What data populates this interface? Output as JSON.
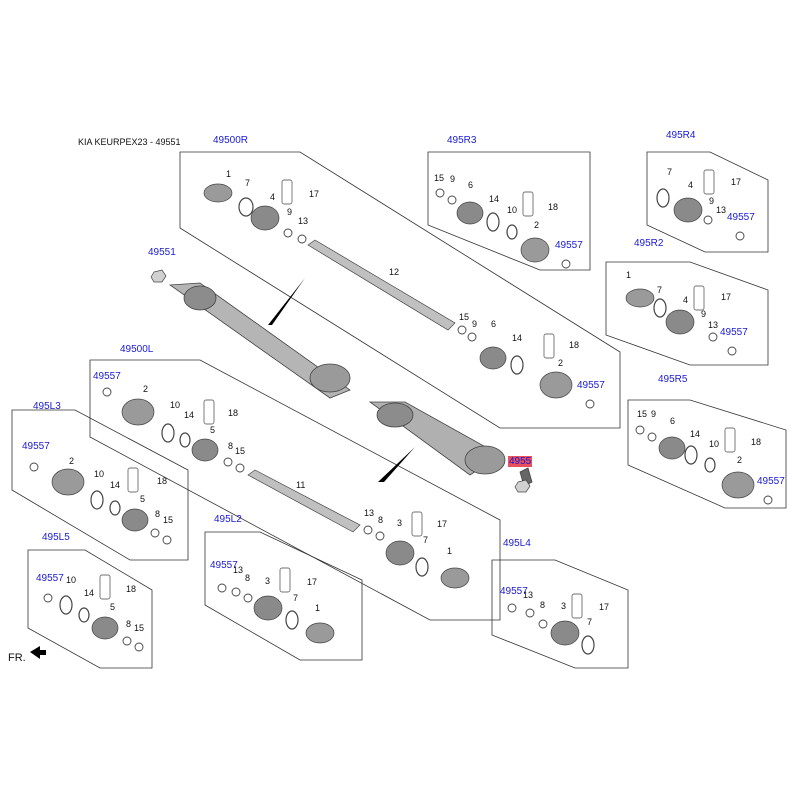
{
  "page": {
    "title": "KIA KEURPEX23 - 49551",
    "fr_label": "FR."
  },
  "colors": {
    "link": "#1a1ad6",
    "highlight": "#e8505b",
    "line": "#333333",
    "part_fill": "#9a9a9a"
  },
  "groups": {
    "g49500R": "49500R",
    "g495R3": "495R3",
    "g495R4": "495R4",
    "g495R2": "495R2",
    "g495R5": "495R5",
    "g49500L": "49500L",
    "g495L3": "495L3",
    "g495L2": "495L2",
    "g495L5": "495L5",
    "g495L4": "495L4"
  },
  "refs": {
    "r49551": "49551",
    "r49551_hl": "4955",
    "r49557": "49557"
  },
  "numbers": {
    "n1": "1",
    "n2": "2",
    "n3": "3",
    "n4": "4",
    "n5": "5",
    "n6": "6",
    "n7": "7",
    "n8": "8",
    "n9": "9",
    "n10": "10",
    "n11": "11",
    "n12": "12",
    "n13": "13",
    "n14": "14",
    "n15": "15",
    "n17": "17",
    "n18": "18"
  }
}
